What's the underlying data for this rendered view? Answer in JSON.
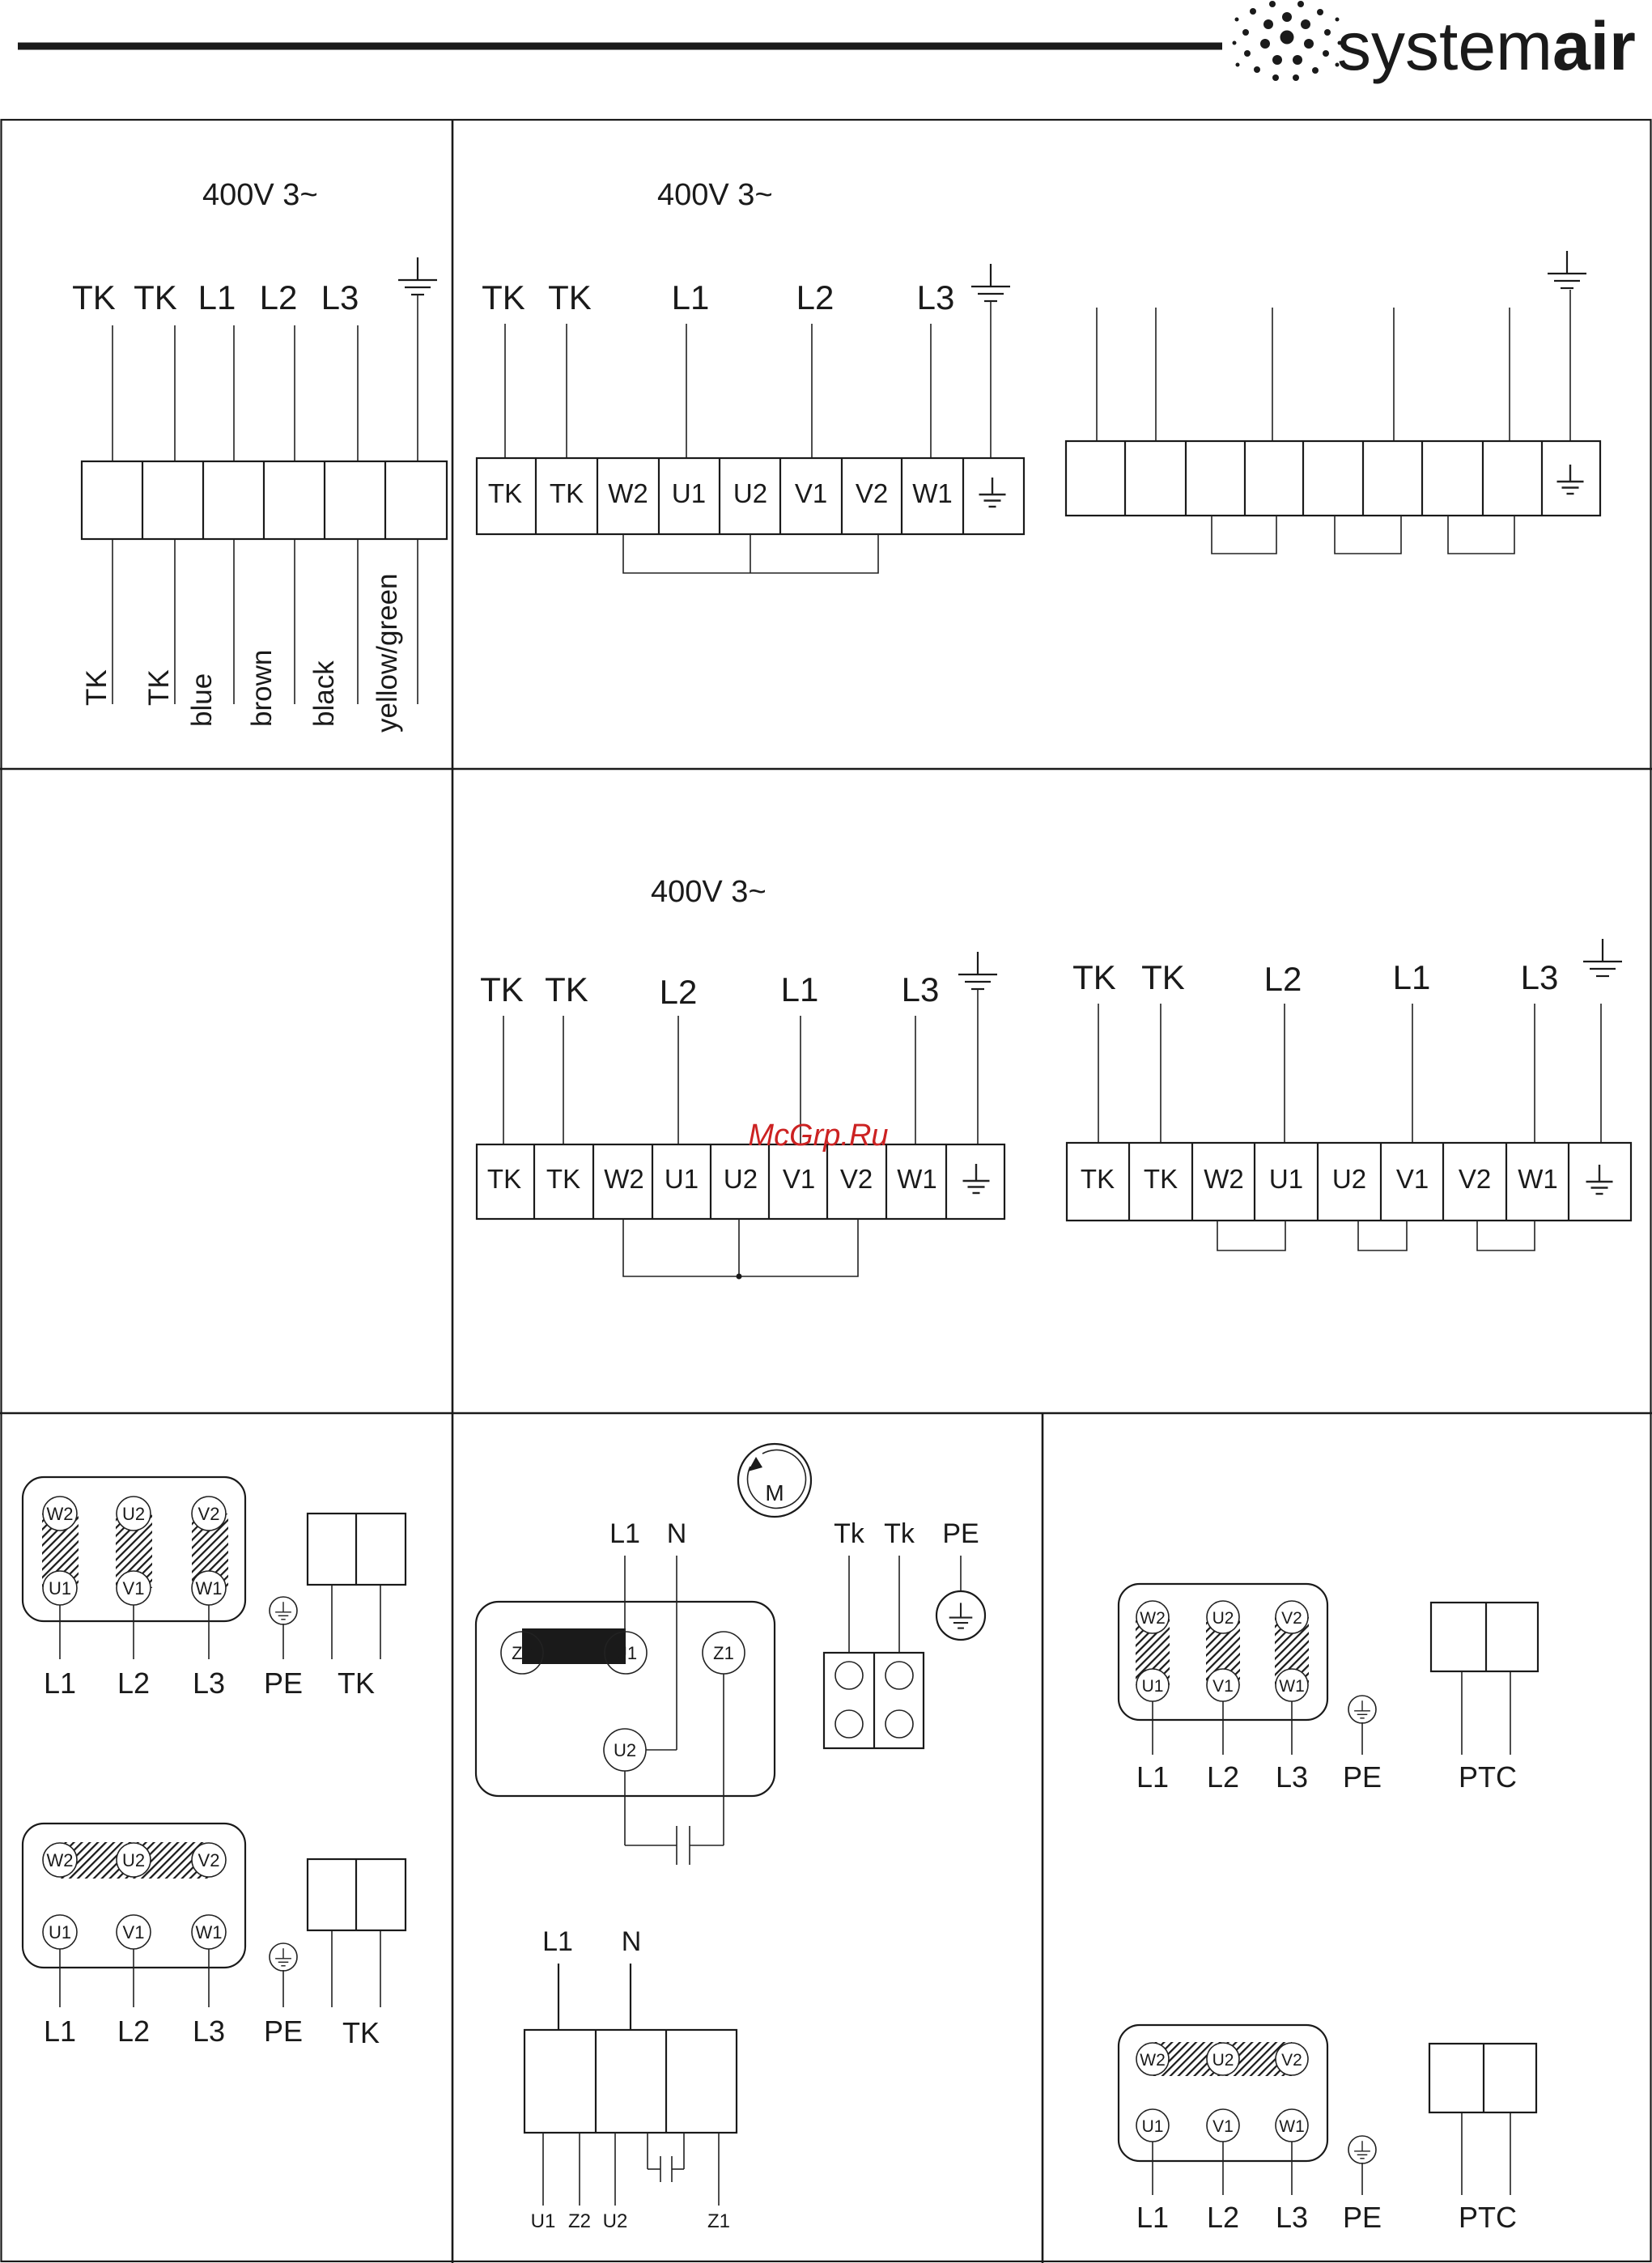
{
  "brand": {
    "name_light": "system",
    "name_bold": "air"
  },
  "watermark": "McGrp.Ru",
  "colors": {
    "ink": "#1a1a1a",
    "watermark": "#cc2222",
    "hatch": "#1a1a1a"
  },
  "voltage": "400V 3~",
  "p1": {
    "labels": [
      "TK",
      "TK",
      "L1",
      "L2",
      "L3"
    ],
    "wires": [
      "TK",
      "TK",
      "blue",
      "brown",
      "black",
      "yellow/green"
    ]
  },
  "p2": {
    "top_labels": [
      "TK",
      "TK",
      "L1",
      "L2",
      "L3"
    ],
    "terminals": [
      "TK",
      "TK",
      "W2",
      "U1",
      "U2",
      "V1",
      "V2",
      "W1"
    ]
  },
  "p4": {
    "top_labels": [
      "TK",
      "TK",
      "L2",
      "L1",
      "L3"
    ],
    "terminals": [
      "TK",
      "TK",
      "W2",
      "U1",
      "U2",
      "V1",
      "V2",
      "W1"
    ]
  },
  "p5": {
    "top_labels": [
      "TK",
      "TK",
      "L2",
      "L1",
      "L3"
    ],
    "terminals": [
      "TK",
      "TK",
      "W2",
      "U1",
      "U2",
      "V1",
      "V2",
      "W1"
    ]
  },
  "motor_grid": {
    "top": [
      "W2",
      "U2",
      "V2"
    ],
    "bottom": [
      "U1",
      "V1",
      "W1"
    ],
    "lines": [
      "L1",
      "L2",
      "L3"
    ],
    "pe": "PE",
    "tk": "TK",
    "ptc": "PTC"
  },
  "single_phase": {
    "motor_symbol": "M",
    "supply": [
      "L1",
      "N"
    ],
    "tk_labels": [
      "Tk",
      "Tk",
      "PE"
    ],
    "terminals": [
      "Z2",
      "U1",
      "U2",
      "Z1"
    ],
    "bottom_supply": [
      "L1",
      "N"
    ],
    "bottom_terms": [
      "U1",
      "Z2",
      "U2",
      "Z1"
    ]
  }
}
